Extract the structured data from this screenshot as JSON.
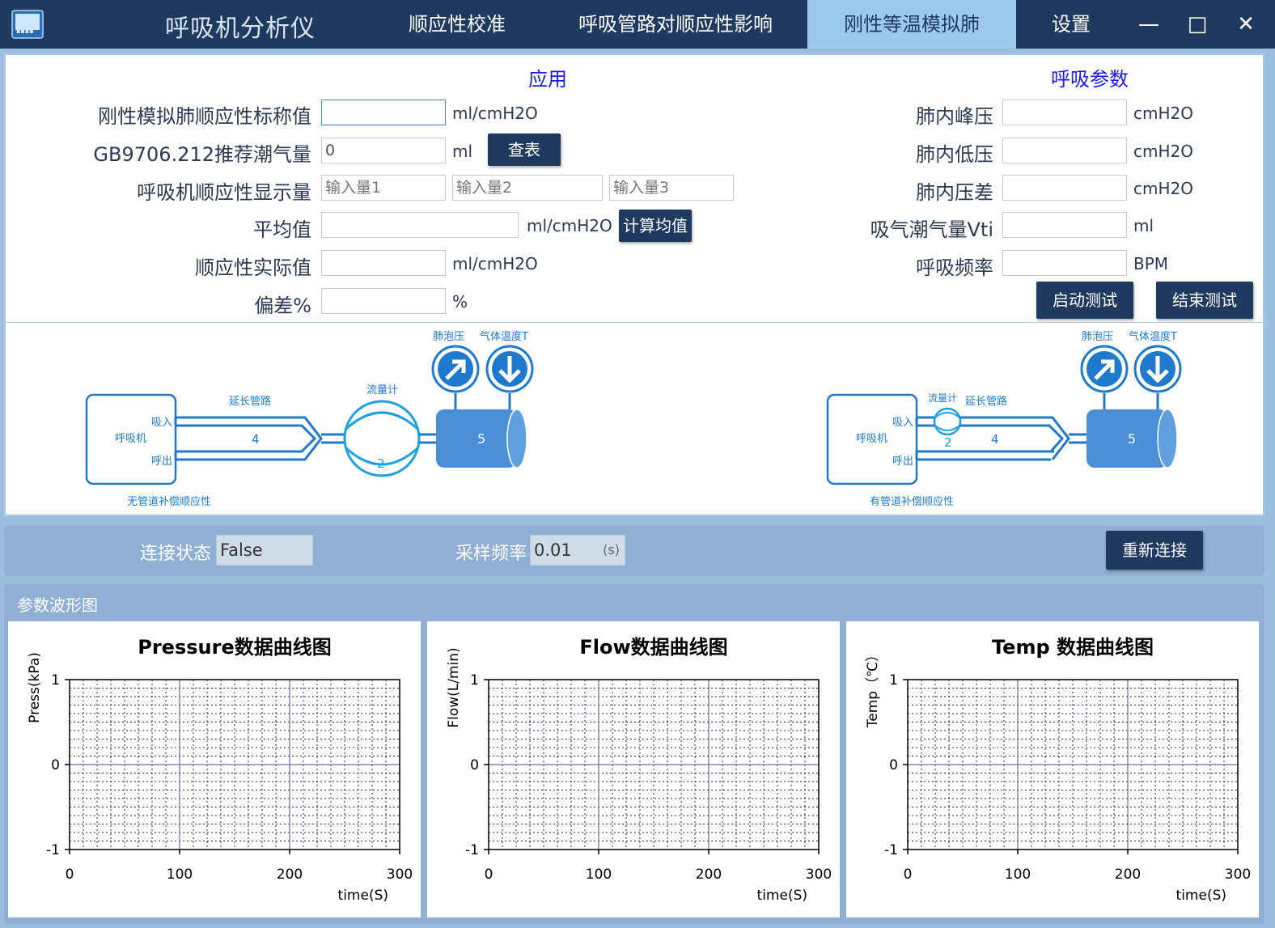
{
  "titlebar": {
    "app_title": "呼吸机分析仪",
    "tabs": [
      "顺应性校准",
      "呼吸管路对顺应性影响",
      "刚性等温模拟肺",
      "设置"
    ],
    "active_tab": "刚性等温模拟肺",
    "minimize": "—",
    "maximize": "□",
    "close": "✕"
  },
  "application": {
    "title": "应用",
    "nominal_label": "刚性模拟肺顺应性标称值",
    "nominal_value": "",
    "nominal_unit": "ml/cmH2O",
    "tidal_label": "GB9706.212推荐潮气量",
    "tidal_value": "0",
    "tidal_unit": "ml",
    "lookup_button": "查表",
    "display_label": "呼吸机顺应性显示量",
    "input1_placeholder": "输入量1",
    "input2_placeholder": "输入量2",
    "input3_placeholder": "输入量3",
    "avg_label": "平均值",
    "avg_value": "",
    "avg_unit": "ml/cmH2O",
    "calc_button": "计算均值",
    "actual_label": "顺应性实际值",
    "actual_value": "",
    "actual_unit": "ml/cmH2O",
    "deviation_label": "偏差%",
    "deviation_value": "",
    "deviation_unit": "%"
  },
  "breath_params": {
    "title": "呼吸参数",
    "peak_label": "肺内峰压",
    "peak_value": "",
    "peak_unit": "cmH2O",
    "low_label": "肺内低压",
    "low_value": "",
    "low_unit": "cmH2O",
    "diff_label": "肺内压差",
    "diff_value": "",
    "diff_unit": "cmH2O",
    "vti_label": "吸气潮气量Vti",
    "vti_value": "",
    "vti_unit": "ml",
    "rate_label": "呼吸频率",
    "rate_value": "",
    "rate_unit": "BPM",
    "start_button": "启动测试",
    "stop_button": "结束测试"
  },
  "diagram_left": {
    "ventilator": "呼吸机",
    "inhale": "吸入",
    "exhale": "呼出",
    "tube_label": "延长管路",
    "tube_num": "4",
    "flowmeter_label": "流量计",
    "flowmeter_num": "2",
    "alveolar_label": "肺泡压",
    "temp_label": "气体温度T",
    "lung_num": "5",
    "caption": "无管道补偿顺应性"
  },
  "diagram_right": {
    "ventilator": "呼吸机",
    "inhale": "吸入",
    "exhale": "呼出",
    "flowmeter_label": "流量计",
    "tube_label": "延长管路",
    "flowmeter_num": "2",
    "tube_num": "4",
    "alveolar_label": "肺泡压",
    "temp_label": "气体温度T",
    "lung_num": "5",
    "caption": "有管道补偿顺应性"
  },
  "status": {
    "conn_label": "连接状态",
    "conn_value": "False",
    "rate_label": "采样频率",
    "rate_value": "0.01",
    "rate_unit": "(s)",
    "reconnect_button": "重新连接"
  },
  "waves": {
    "title": "参数波形图"
  },
  "chart_data": [
    {
      "type": "line",
      "title": "Pressure数据曲线图",
      "xlabel": "time(S)",
      "ylabel": "Press(kPa)",
      "xlim": [
        0,
        300
      ],
      "ylim": [
        -1,
        1
      ],
      "xticks": [
        "0",
        "100",
        "200",
        "300"
      ],
      "yticks": [
        "1",
        "0",
        "-1"
      ],
      "grid": true,
      "series": []
    },
    {
      "type": "line",
      "title": "Flow数据曲线图",
      "xlabel": "time(S)",
      "ylabel": "Flow(L/min)",
      "xlim": [
        0,
        300
      ],
      "ylim": [
        -1,
        1
      ],
      "xticks": [
        "0",
        "100",
        "200",
        "300"
      ],
      "yticks": [
        "1",
        "0",
        "-1"
      ],
      "grid": true,
      "series": []
    },
    {
      "type": "line",
      "title": "Temp 数据曲线图",
      "xlabel": "time(S)",
      "ylabel": "Temp（℃）",
      "xlim": [
        0,
        300
      ],
      "ylim": [
        -1,
        1
      ],
      "xticks": [
        "0",
        "100",
        "200",
        "300"
      ],
      "yticks": [
        "1",
        "0",
        "-1"
      ],
      "grid": true,
      "series": []
    }
  ]
}
